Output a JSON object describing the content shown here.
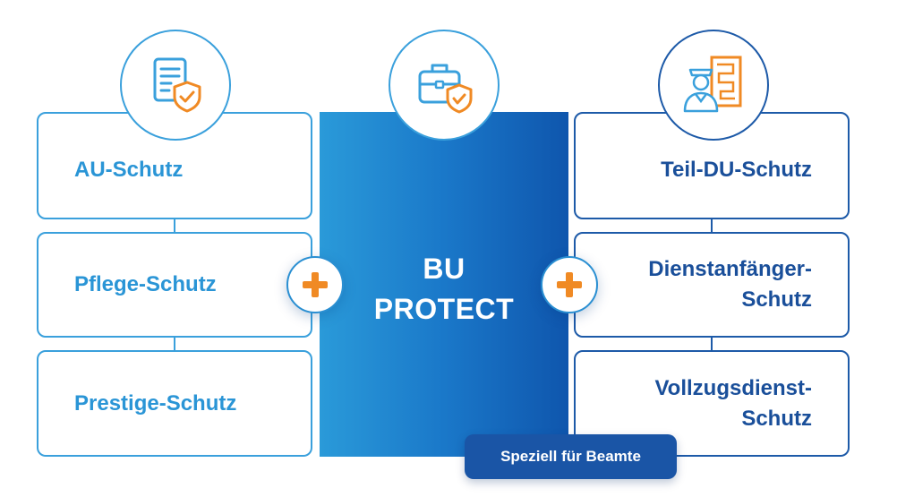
{
  "center": {
    "title_line1": "BU",
    "title_line2": "PROTECT"
  },
  "left_items": [
    {
      "label": "AU-Schutz"
    },
    {
      "label": "Pflege-Schutz"
    },
    {
      "label": "Prestige-Schutz"
    }
  ],
  "right_items": [
    {
      "label": "Teil-DU-Schutz"
    },
    {
      "label_line1": "Dienstanfänger-",
      "label_line2": "Schutz"
    },
    {
      "label_line1": "Vollzugsdienst-",
      "label_line2": "Schutz"
    }
  ],
  "badge": {
    "label": "Speziell für Beamte"
  },
  "icons": {
    "left": "document-shield-icon",
    "center": "briefcase-shield-icon",
    "right": "officer-document-icon",
    "plus": "plus-icon"
  },
  "colors": {
    "light_blue": "#2a95d6",
    "dark_blue": "#1a4f9a",
    "orange": "#f08a24",
    "panel_start": "#2a9ad9",
    "panel_end": "#0f56ad"
  }
}
